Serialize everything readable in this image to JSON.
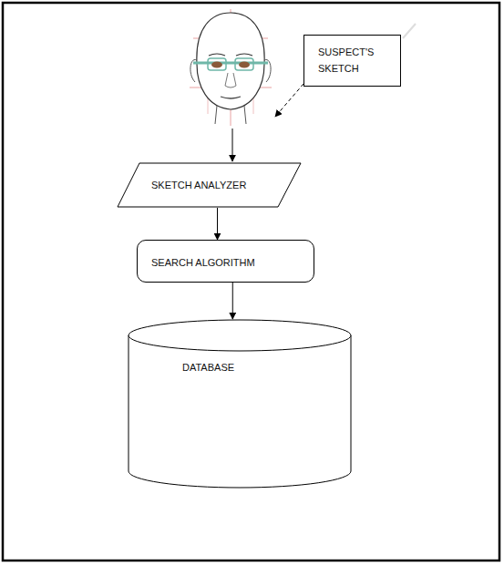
{
  "diagram": {
    "nodes": [
      {
        "text": [
          "SUSPECT'S SKETCH"
        ]
      },
      {
        "text": [
          "SKETCH ANALYZER"
        ]
      },
      {
        "text": [
          "SEARCH ALGORITHM"
        ]
      },
      {
        "text": [
          "DATABASE"
        ]
      }
    ],
    "edges": [
      {
        "from": 1,
        "to": 2,
        "arrow": "to"
      },
      {
        "from": 2,
        "to": 3,
        "arrow": "to"
      }
    ]
  }
}
